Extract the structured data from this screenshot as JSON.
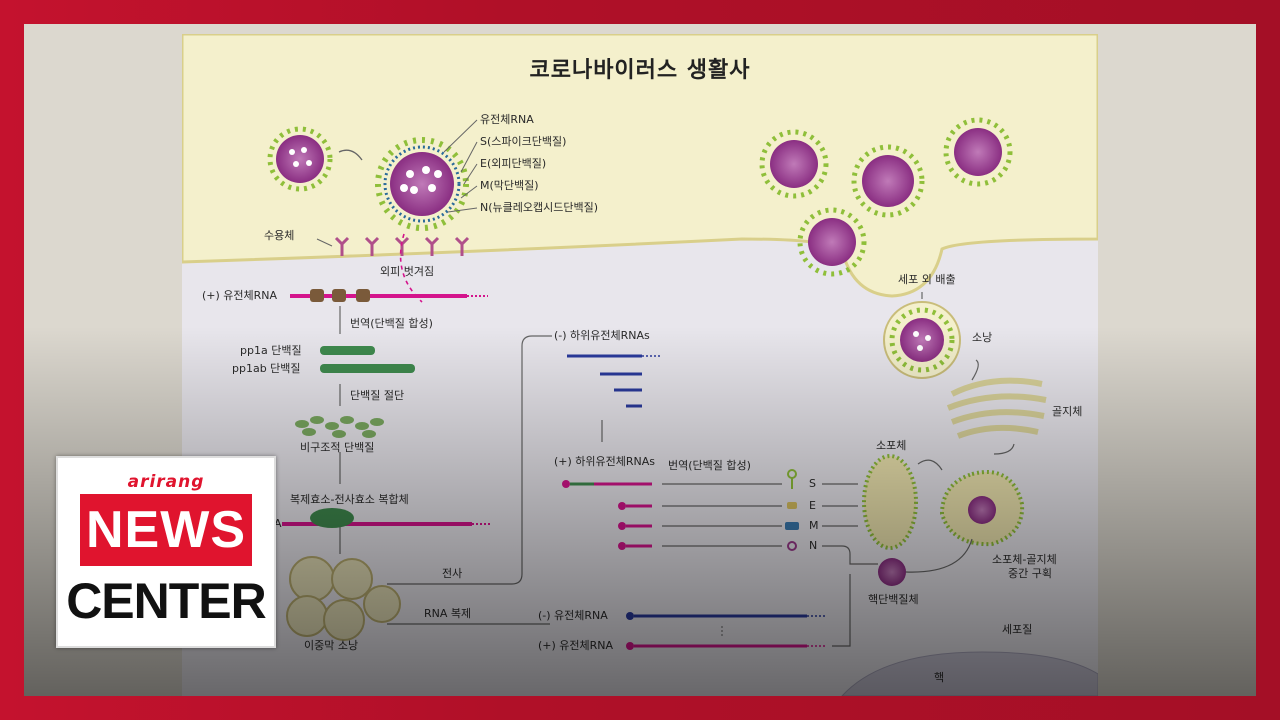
{
  "title": "코로나바이러스 생활사",
  "virion_labels": {
    "genome_rna": "유전체RNA",
    "s": "S(스파이크단백질)",
    "e": "E(외피단백질)",
    "m": "M(막단백질)",
    "n": "N(뉴클레오캡시드단백질)",
    "receptor": "수용체"
  },
  "steps": {
    "uncoating": "외피 벗겨짐",
    "plus_genome": "(+) 유전체RNA",
    "translation": "번역(단백질 합성)",
    "pp1a": "pp1a 단백질",
    "pp1ab": "pp1ab 단백질",
    "cleavage": "단백질 절단",
    "nonstructural": "비구조적 단백질",
    "complex": "복제효소-전사효소 복합체",
    "a_label": "A",
    "dmv": "이중막 소낭",
    "transcription": "전사",
    "rna_replication": "RNA 복제",
    "minus_genome": "(-) 유전체RNA",
    "plus_genome2": "(+) 유전체RNA",
    "minus_sub": "(-) 하위유전체RNAs",
    "plus_sub": "(+) 하위유전체RNAs",
    "translation2": "번역(단백질 합성)",
    "s": "S",
    "e": "E",
    "m": "M",
    "n": "N",
    "er": "소포체",
    "ergic": "소포체-골지체\n중간 구획",
    "ergic_line1": "소포체-골지체",
    "ergic_line2": "중간 구획",
    "golgi": "골지체",
    "vesicle": "소낭",
    "exocytosis": "세포 외 배출",
    "nucleocapsid": "핵단백질체",
    "cytoplasm": "세포질",
    "nucleus": "핵"
  },
  "logo": {
    "brand": "arirang",
    "news": "NEWS",
    "center": "CENTER"
  },
  "colors": {
    "frame_red": "#c4122e",
    "virus_purple": "#9a3a8c",
    "spike_green": "#8fbf3a",
    "rna_magenta": "#d4148c",
    "protein_green": "#3f8a4e",
    "minus_blue": "#2a3a9c",
    "extracellular": "#f3efc8"
  }
}
